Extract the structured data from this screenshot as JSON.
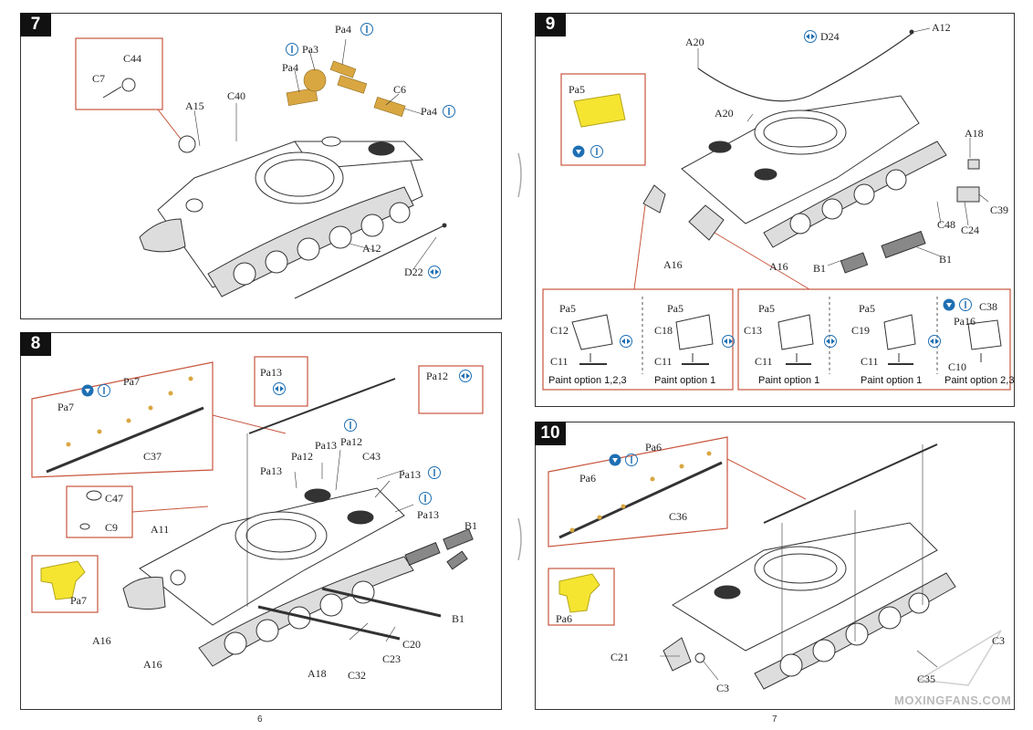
{
  "page_numbers": {
    "left": "6",
    "right": "7"
  },
  "watermark": "MOXINGFANS.COM",
  "steps": [
    {
      "number": "7",
      "labels": {
        "c44": "C44",
        "c7": "C7",
        "a15": "A15",
        "c40": "C40",
        "pa3": "Pa3",
        "pa4_top": "Pa4",
        "pa4_left": "Pa4",
        "c6": "C6",
        "pa4_right": "Pa4",
        "a12": "A12",
        "d22": "D22"
      }
    },
    {
      "number": "8",
      "labels": {
        "pa7_top": "Pa7",
        "pa7_left": "Pa7",
        "c37": "C37",
        "pa13_box": "Pa13",
        "pa12_box": "Pa12",
        "c47": "C47",
        "c9": "C9",
        "a11": "A11",
        "pa7_yellow": "Pa7",
        "pa12_a": "Pa12",
        "pa12_b": "Pa12",
        "pa13_a": "Pa13",
        "pa13_b": "Pa13",
        "pa13_c": "Pa13",
        "pa13_d": "Pa13",
        "c43": "C43",
        "b1_a": "B1",
        "b1_b": "B1",
        "a16_a": "A16",
        "a16_b": "A16",
        "c20": "C20",
        "c23": "C23",
        "a18": "A18",
        "c32": "C32"
      }
    },
    {
      "number": "9",
      "labels": {
        "a20_top": "A20",
        "d24": "D24",
        "a12": "A12",
        "pa5": "Pa5",
        "a20_mid": "A20",
        "a18": "A18",
        "c39": "C39",
        "c24": "C24",
        "c48": "C48",
        "b1_a": "B1",
        "b1_b": "B1",
        "a16_a": "A16",
        "a16_b": "A16"
      },
      "options": [
        {
          "top": "Pa5",
          "mid": "C12",
          "bot": "C11",
          "caption": "Paint option 1,2,3"
        },
        {
          "top": "Pa5",
          "mid": "C18",
          "bot": "C11",
          "caption": "Paint option 1"
        },
        {
          "top": "Pa5",
          "mid": "C13",
          "bot": "C11",
          "caption": "Paint option 1"
        },
        {
          "top": "Pa5",
          "mid": "C19",
          "bot": "C11",
          "caption": "Paint option 1"
        },
        {
          "top": "C38",
          "mid": "Pa16",
          "bot": "C10",
          "caption": "Paint option 2,3"
        }
      ]
    },
    {
      "number": "10",
      "labels": {
        "pa6_top": "Pa6",
        "pa6_left": "Pa6",
        "c36": "C36",
        "pa6_yellow": "Pa6",
        "c21": "C21",
        "c3": "C3",
        "c35": "C35",
        "c3b": "C3"
      }
    }
  ],
  "colors": {
    "brass": "#d9a741",
    "callout": "#c8553d",
    "icon": "#1e6fb3",
    "yellow": "#f5e531"
  }
}
